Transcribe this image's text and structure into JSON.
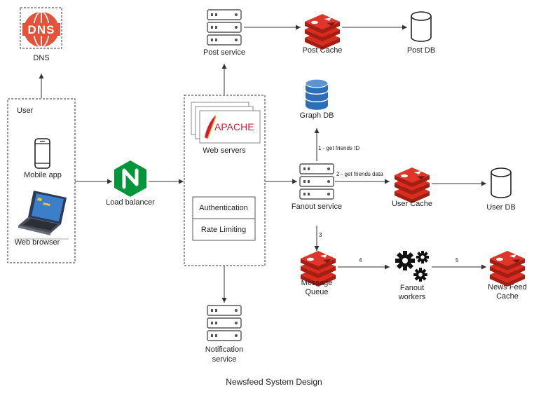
{
  "diagram": {
    "title": "Newsfeed System Design",
    "nodes": {
      "dns": "DNS",
      "dns_logo": "DNS",
      "user_group": "User",
      "mobile_app": "Mobile app",
      "web_browser": "Web browser",
      "load_balancer": "Load balancer",
      "apache_logo": "APACHE",
      "web_servers": "Web servers",
      "authentication": "Authentication",
      "rate_limiting": "Rate Limiting",
      "post_service": "Post service",
      "post_cache": "Post Cache",
      "post_db": "Post DB",
      "graph_db": "Graph DB",
      "fanout_service": "Fanout service",
      "user_cache": "User Cache",
      "user_db": "User DB",
      "message_queue_1": "Message",
      "message_queue_2": "Queue",
      "fanout_workers_1": "Fanout",
      "fanout_workers_2": "workers",
      "news_feed_cache_1": "News Feed",
      "news_feed_cache_2": "Cache",
      "notification_service_1": "Notification",
      "notification_service_2": "service"
    },
    "edges": {
      "get_friends_id": "1 - get friends ID",
      "get_friends_data": "2 - get friends data",
      "step3": "3",
      "step4": "4",
      "step5": "5"
    },
    "colors": {
      "redis": "#d82c20",
      "redis_dark": "#a41e11",
      "graph_db": "#2f6db5",
      "server": "#555555",
      "nginx": "#009639",
      "dns": "#e2533a",
      "apache_text": "#c92037"
    },
    "icons": [
      "dns-logo-icon",
      "phone-icon",
      "laptop-icon",
      "nginx-icon",
      "apache-icon",
      "server-icon",
      "redis-icon",
      "database-icon",
      "gears-icon"
    ]
  }
}
